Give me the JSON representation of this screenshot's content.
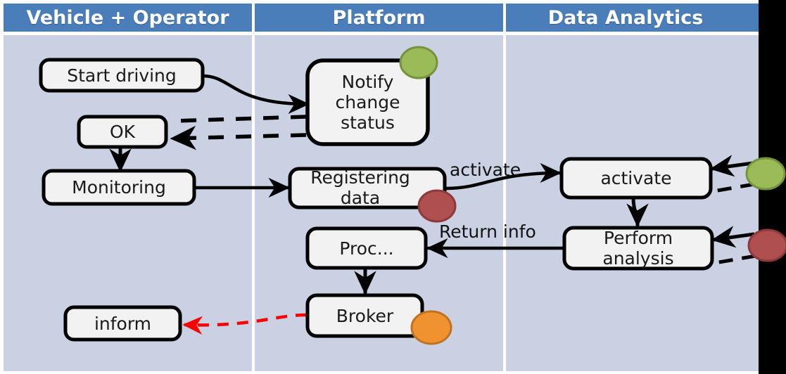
{
  "diagram": {
    "type": "cross-functional-flowchart",
    "title_bar_color": "#4A7EBB",
    "lane_background_color": "#C9D1E3",
    "lane_divider_color": "#FFFFFF",
    "right_margin_color": "#000000",
    "node_fill_color": "#F2F2F2",
    "node_border_color": "#000000",
    "flow_arrow_color": "#000000",
    "alert_arrow_color": "#FF0000",
    "lanes": [
      {
        "id": "lane-vehicle-operator",
        "label": "Vehicle + Operator"
      },
      {
        "id": "lane-platform",
        "label": "Platform"
      },
      {
        "id": "lane-data-analytics",
        "label": "Data Analytics"
      }
    ],
    "nodes": [
      {
        "id": "node-start-driving",
        "label": "Start driving",
        "lane": "lane-vehicle-operator"
      },
      {
        "id": "node-ok",
        "label": "OK",
        "lane": "lane-vehicle-operator"
      },
      {
        "id": "node-monitoring",
        "label": "Monitoring",
        "lane": "lane-vehicle-operator"
      },
      {
        "id": "node-inform",
        "label": "inform",
        "lane": "lane-vehicle-operator"
      },
      {
        "id": "node-notify-change-status",
        "label": "Notify\nchange\nstatus",
        "lane": "lane-platform"
      },
      {
        "id": "node-registering-data",
        "label": "Registering\ndata",
        "lane": "lane-platform"
      },
      {
        "id": "node-proc",
        "label": "Proc...",
        "lane": "lane-platform"
      },
      {
        "id": "node-broker",
        "label": "Broker",
        "lane": "lane-platform"
      },
      {
        "id": "node-activate",
        "label": "activate",
        "lane": "lane-data-analytics"
      },
      {
        "id": "node-perform-analysis",
        "label": "Perform\nanalysis",
        "lane": "lane-data-analytics"
      }
    ],
    "edge_labels": [
      {
        "id": "edge-label-activate",
        "label": "activate"
      },
      {
        "id": "edge-label-return-info",
        "label": "Return info"
      }
    ],
    "status_markers": [
      {
        "id": "marker-green-notify",
        "color": "#9BBB59",
        "border": "#76923C",
        "attached_to": "node-notify-change-status"
      },
      {
        "id": "marker-red-registering",
        "color": "#AF4F4F",
        "border": "#8C3A3A",
        "attached_to": "node-registering-data"
      },
      {
        "id": "marker-orange-broker",
        "color": "#F0922F",
        "border": "#C1721E",
        "attached_to": "node-broker"
      },
      {
        "id": "marker-green-activate",
        "color": "#9BBB59",
        "border": "#76923C",
        "attached_to": "node-activate"
      },
      {
        "id": "marker-red-perform",
        "color": "#AF4F4F",
        "border": "#8C3A3A",
        "attached_to": "node-perform-analysis"
      }
    ]
  }
}
